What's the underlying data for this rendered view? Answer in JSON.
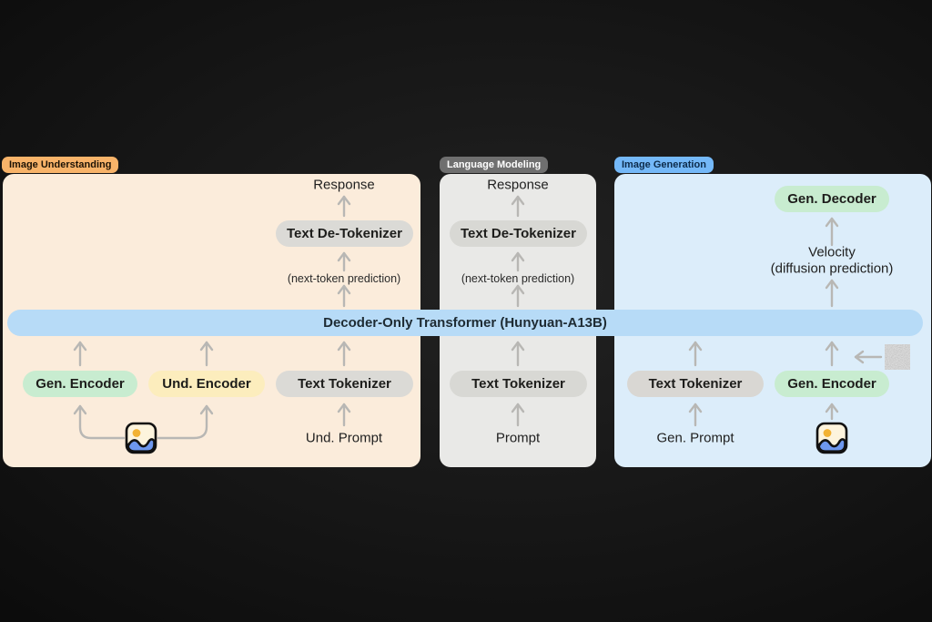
{
  "transformer_bar": {
    "label": "Decoder-Only Transformer (Hunyuan-A13B)"
  },
  "panels": {
    "understanding": {
      "label": "Image Understanding",
      "response": "Response",
      "detokenizer": "Text De-Tokenizer",
      "next_token": "(next-token prediction)",
      "gen_encoder": "Gen. Encoder",
      "und_encoder": "Und. Encoder",
      "tokenizer": "Text Tokenizer",
      "prompt": "Und. Prompt"
    },
    "language": {
      "label": "Language Modeling",
      "response": "Response",
      "detokenizer": "Text De-Tokenizer",
      "next_token": "(next-token prediction)",
      "tokenizer": "Text Tokenizer",
      "prompt": "Prompt"
    },
    "generation": {
      "label": "Image Generation",
      "gen_decoder": "Gen. Decoder",
      "velocity": "Velocity",
      "velocity_sub": "(diffusion prediction)",
      "tokenizer": "Text Tokenizer",
      "gen_encoder": "Gen. Encoder",
      "prompt": "Gen. Prompt"
    }
  },
  "icons": {
    "image_icon": "picture-icon",
    "noise_icon": "noise-square-icon",
    "arrow_icon": "up-arrow-icon"
  },
  "colors": {
    "panel_understanding": "#fbecdb",
    "panel_language": "#e9e9e7",
    "panel_generation": "#dcedfa",
    "transformer_bar": "#b7dbf7",
    "pill_gray": "#dbdad6",
    "pill_green": "#c8ecd0",
    "pill_yellow": "#fcedbd",
    "label_orange": "#f8b369",
    "label_gray": "#6f6f6f",
    "label_blue": "#74b8f8",
    "arrow_gray": "#b8b7b4"
  }
}
